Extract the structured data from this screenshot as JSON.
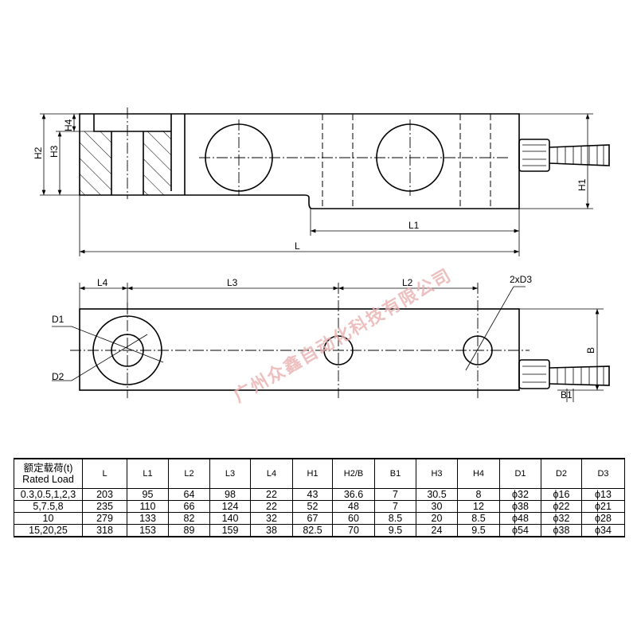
{
  "drawing_labels": {
    "top": {
      "H2": "H2",
      "H3": "H3",
      "H4": "H4",
      "H1": "H1",
      "L1": "L1",
      "L": "L"
    },
    "bottom": {
      "L4": "L4",
      "L3": "L3",
      "L2": "L2",
      "D3": "2xD3",
      "D1": "D1",
      "D2": "D2",
      "B": "B",
      "B1": "B1"
    }
  },
  "watermark": "广州众鑫自动化科技有限公司",
  "table": {
    "header_cn": "额定载荷(t)",
    "header_en": "Rated Load",
    "columns": [
      "L",
      "L1",
      "L2",
      "L3",
      "L4",
      "H1",
      "H2/B",
      "B1",
      "H3",
      "H4",
      "D1",
      "D2",
      "D3"
    ],
    "rows": [
      [
        "0.3,0.5,1,2,3",
        "203",
        "95",
        "64",
        "98",
        "22",
        "43",
        "36.6",
        "7",
        "30.5",
        "8",
        "ϕ32",
        "ϕ16",
        "ϕ13"
      ],
      [
        "5,7.5,8",
        "235",
        "110",
        "66",
        "124",
        "22",
        "52",
        "48",
        "7",
        "30",
        "12",
        "ϕ38",
        "ϕ22",
        "ϕ21"
      ],
      [
        "10",
        "279",
        "133",
        "82",
        "140",
        "32",
        "67",
        "60",
        "8.5",
        "20",
        "8.5",
        "ϕ48",
        "ϕ32",
        "ϕ28"
      ],
      [
        "15,20,25",
        "318",
        "153",
        "89",
        "159",
        "38",
        "82.5",
        "70",
        "9.5",
        "24",
        "9.5",
        "ϕ54",
        "ϕ38",
        "ϕ34"
      ]
    ]
  }
}
